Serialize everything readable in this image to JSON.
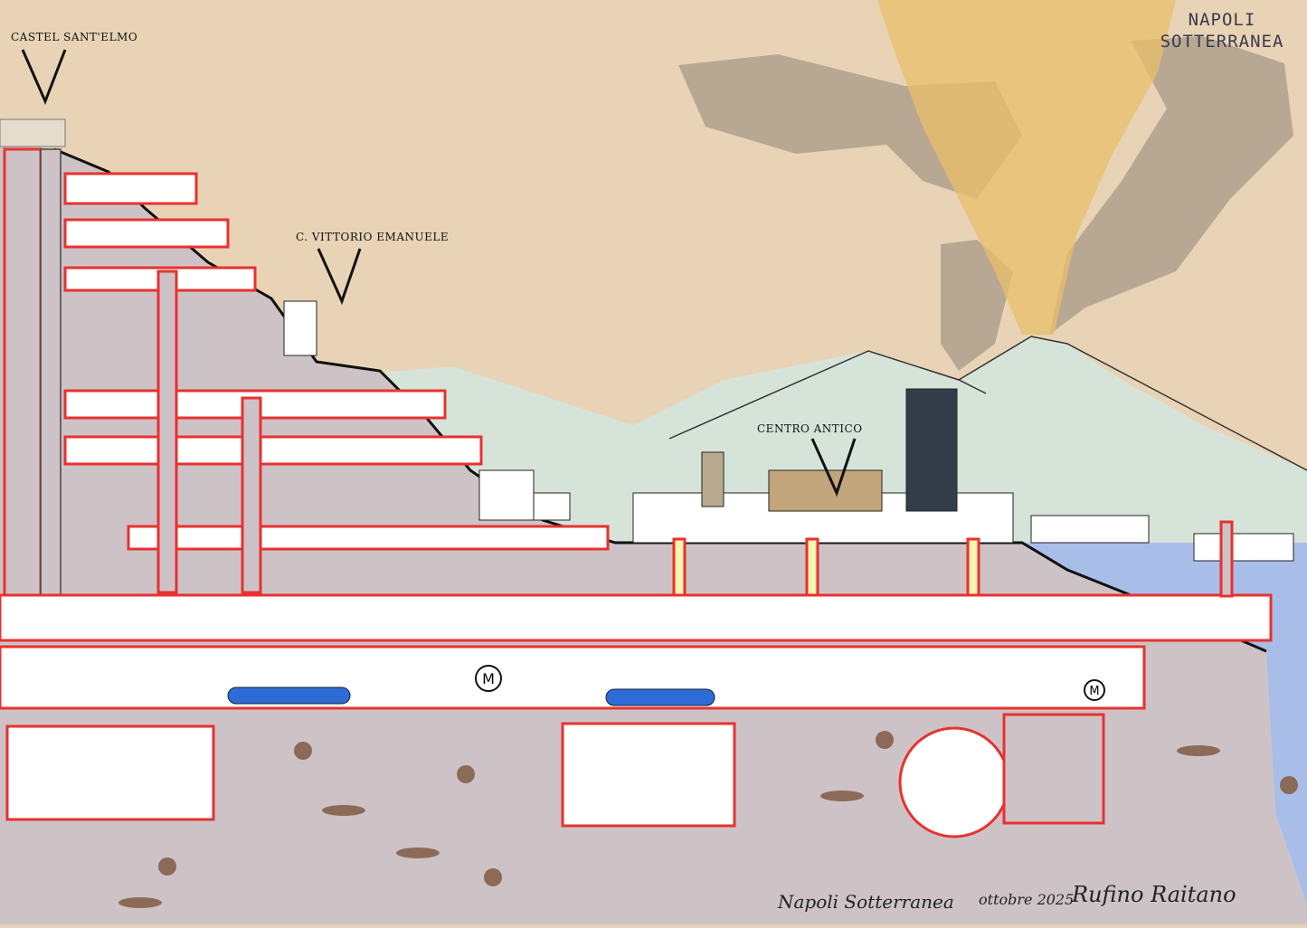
{
  "title": {
    "line1": "NAPOLI",
    "line2": "SOTTERRANEA"
  },
  "labels": {
    "castel": "CASTEL SANT'ELMO",
    "vittorio": "C. VITTORIO EMANUELE",
    "centro": "CENTRO ANTICO"
  },
  "metro_sign": "M",
  "signature": {
    "work_title": "Napoli Sotterranea",
    "date": "ottobre 2025",
    "author": "Rufino Raitano"
  },
  "colors": {
    "sky": "#e8d3b6",
    "ground": "#cdc3c7",
    "hills": "#d6e3d9",
    "sea": "#a9bde9",
    "structure": "#e8312f",
    "plume": "#e9bf6a",
    "smoke": "#8f8577"
  }
}
